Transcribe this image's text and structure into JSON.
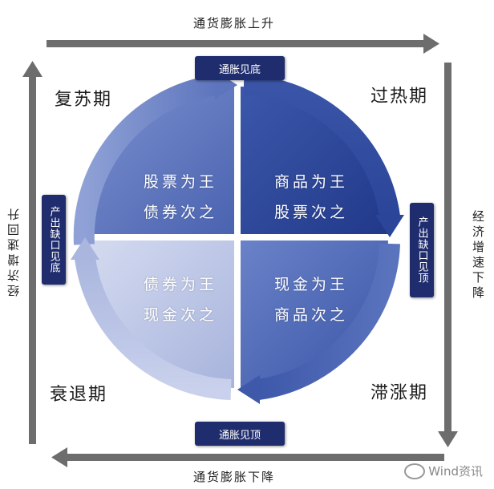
{
  "axes": {
    "top": "通货膨胀上升",
    "bottom": "通货膨胀下降",
    "left": "经济增速回升",
    "right": "经济增速下降"
  },
  "phases": {
    "top_left": "复苏期",
    "top_right": "过热期",
    "bottom_left": "衰退期",
    "bottom_right": "滞涨期"
  },
  "turning_points": {
    "top": "通胀见底",
    "bottom": "通胀见顶",
    "left": "产出缺口见底",
    "right": "产出缺口见顶"
  },
  "quadrants": {
    "top_left": {
      "line1": "股票为王",
      "line2": "债券次之"
    },
    "top_right": {
      "line1": "商品为王",
      "line2": "股票次之"
    },
    "bottom_left": {
      "line1": "债券为王",
      "line2": "现金次之"
    },
    "bottom_right": {
      "line1": "现金为王",
      "line2": "商品次之"
    }
  },
  "watermark": "Wind资讯",
  "colors": {
    "arrow_gray": "#6d6d6d",
    "tag_navy": "#1f2d6e",
    "quad_top_left": "#5b74bd",
    "quad_top_right": "#2f4c9f",
    "quad_bottom_left": "#b7c1e3",
    "quad_bottom_right": "#4e68b6"
  }
}
